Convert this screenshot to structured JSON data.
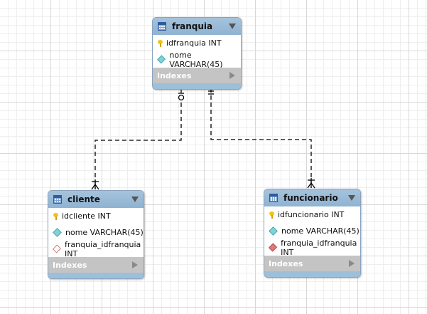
{
  "tables": {
    "franquia": {
      "name": "franquia",
      "columns": [
        {
          "label": "idfranquia INT",
          "kind": "primary-key"
        },
        {
          "label": "nome VARCHAR(45)",
          "kind": "column"
        }
      ],
      "indexes_label": "Indexes"
    },
    "cliente": {
      "name": "cliente",
      "columns": [
        {
          "label": "idcliente INT",
          "kind": "primary-key"
        },
        {
          "label": "nome VARCHAR(45)",
          "kind": "column"
        },
        {
          "label": "franquia_idfranquia INT",
          "kind": "foreign-key-nullable"
        }
      ],
      "indexes_label": "Indexes"
    },
    "funcionario": {
      "name": "funcionario",
      "columns": [
        {
          "label": "idfuncionario INT",
          "kind": "primary-key"
        },
        {
          "label": "nome VARCHAR(45)",
          "kind": "column"
        },
        {
          "label": "franquia_idfranquia INT",
          "kind": "foreign-key"
        }
      ],
      "indexes_label": "Indexes"
    }
  },
  "relationships": [
    {
      "from": "franquia",
      "to": "cliente",
      "from_cardinality": "zero-or-one",
      "to_cardinality": "one-or-many",
      "style": "dashed"
    },
    {
      "from": "franquia",
      "to": "funcionario",
      "from_cardinality": "exactly-one",
      "to_cardinality": "one-or-many",
      "style": "dashed"
    }
  ],
  "colors": {
    "header": "#9dbfd9",
    "indexes_bar": "#c4c4c4",
    "primary_key": "#f2c21a",
    "column": "#7fd3d6",
    "foreign_key": "#e07a7a"
  }
}
